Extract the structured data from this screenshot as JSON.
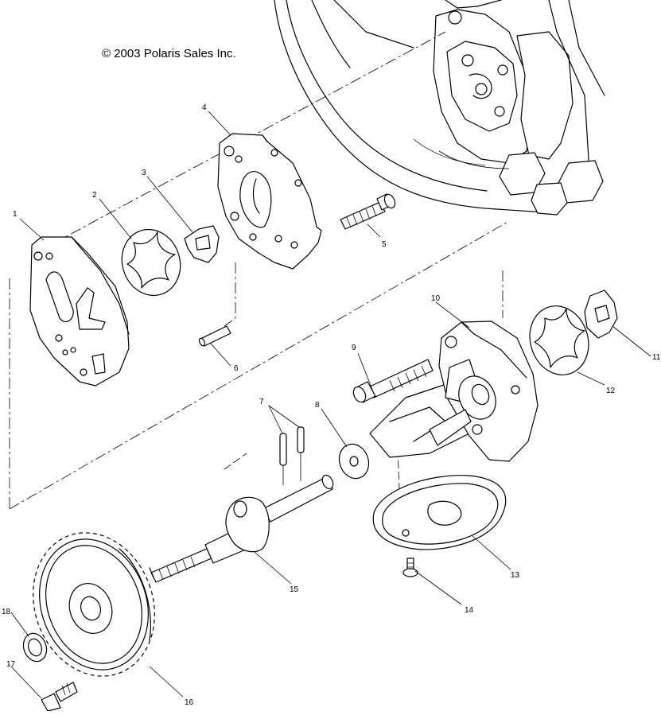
{
  "copyright": "© 2003 Polaris Sales Inc.",
  "callouts": [
    "1",
    "2",
    "3",
    "4",
    "5",
    "6",
    "7",
    "8",
    "9",
    "10",
    "11",
    "12",
    "13",
    "14",
    "15",
    "16",
    "17",
    "18"
  ]
}
